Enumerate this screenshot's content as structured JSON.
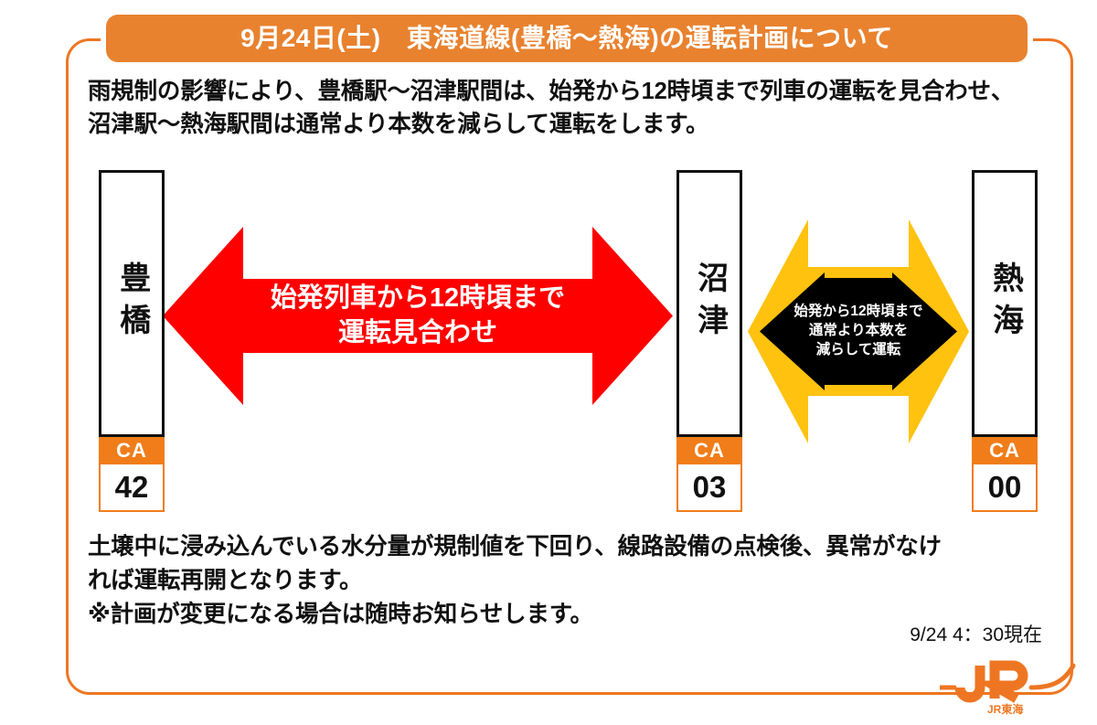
{
  "banner": {
    "title": "9月24日(土)　東海道線(豊橋～熱海)の運転計画について"
  },
  "intro": {
    "line1": "雨規制の影響により、豊橋駅～沼津駅間は、始発から12時頃まで列車の運転を見合わせ、",
    "line2": "沼津駅～熱海駅間は通常より本数を減らして運転をします。"
  },
  "stations": [
    {
      "name": "豊橋",
      "line_code": "CA",
      "number": "42"
    },
    {
      "name": "沼津",
      "line_code": "CA",
      "number": "03"
    },
    {
      "name": "熱海",
      "line_code": "CA",
      "number": "00"
    }
  ],
  "suspension_arrow": {
    "line1": "始発列車から12時頃まで",
    "line2": "運転見合わせ",
    "color": "#FF0000",
    "text_color": "#FFFFFF"
  },
  "reduced_arrow": {
    "line1": "始発から12時頃まで",
    "line2": "通常より本数を",
    "line3": "減らして運転",
    "outline_color": "#FFC20E",
    "fill_color": "#000000",
    "text_color": "#FFFFFF"
  },
  "footer": {
    "line1": "土壌中に浸み込んでいる水分量が規制値を下回り、線路設備の点検後、異常がなけ",
    "line2": "れば運転再開となります。",
    "line3": "※計画が変更になる場合は随時お知らせします。"
  },
  "timestamp": "9/24  4：30現在",
  "logo": {
    "mark": "JR",
    "company": "JR東海",
    "color": "#EE7622"
  },
  "theme": {
    "frame_color": "#EE7622",
    "banner_color": "#E8822F",
    "line_badge_color": "#F07D1A"
  }
}
